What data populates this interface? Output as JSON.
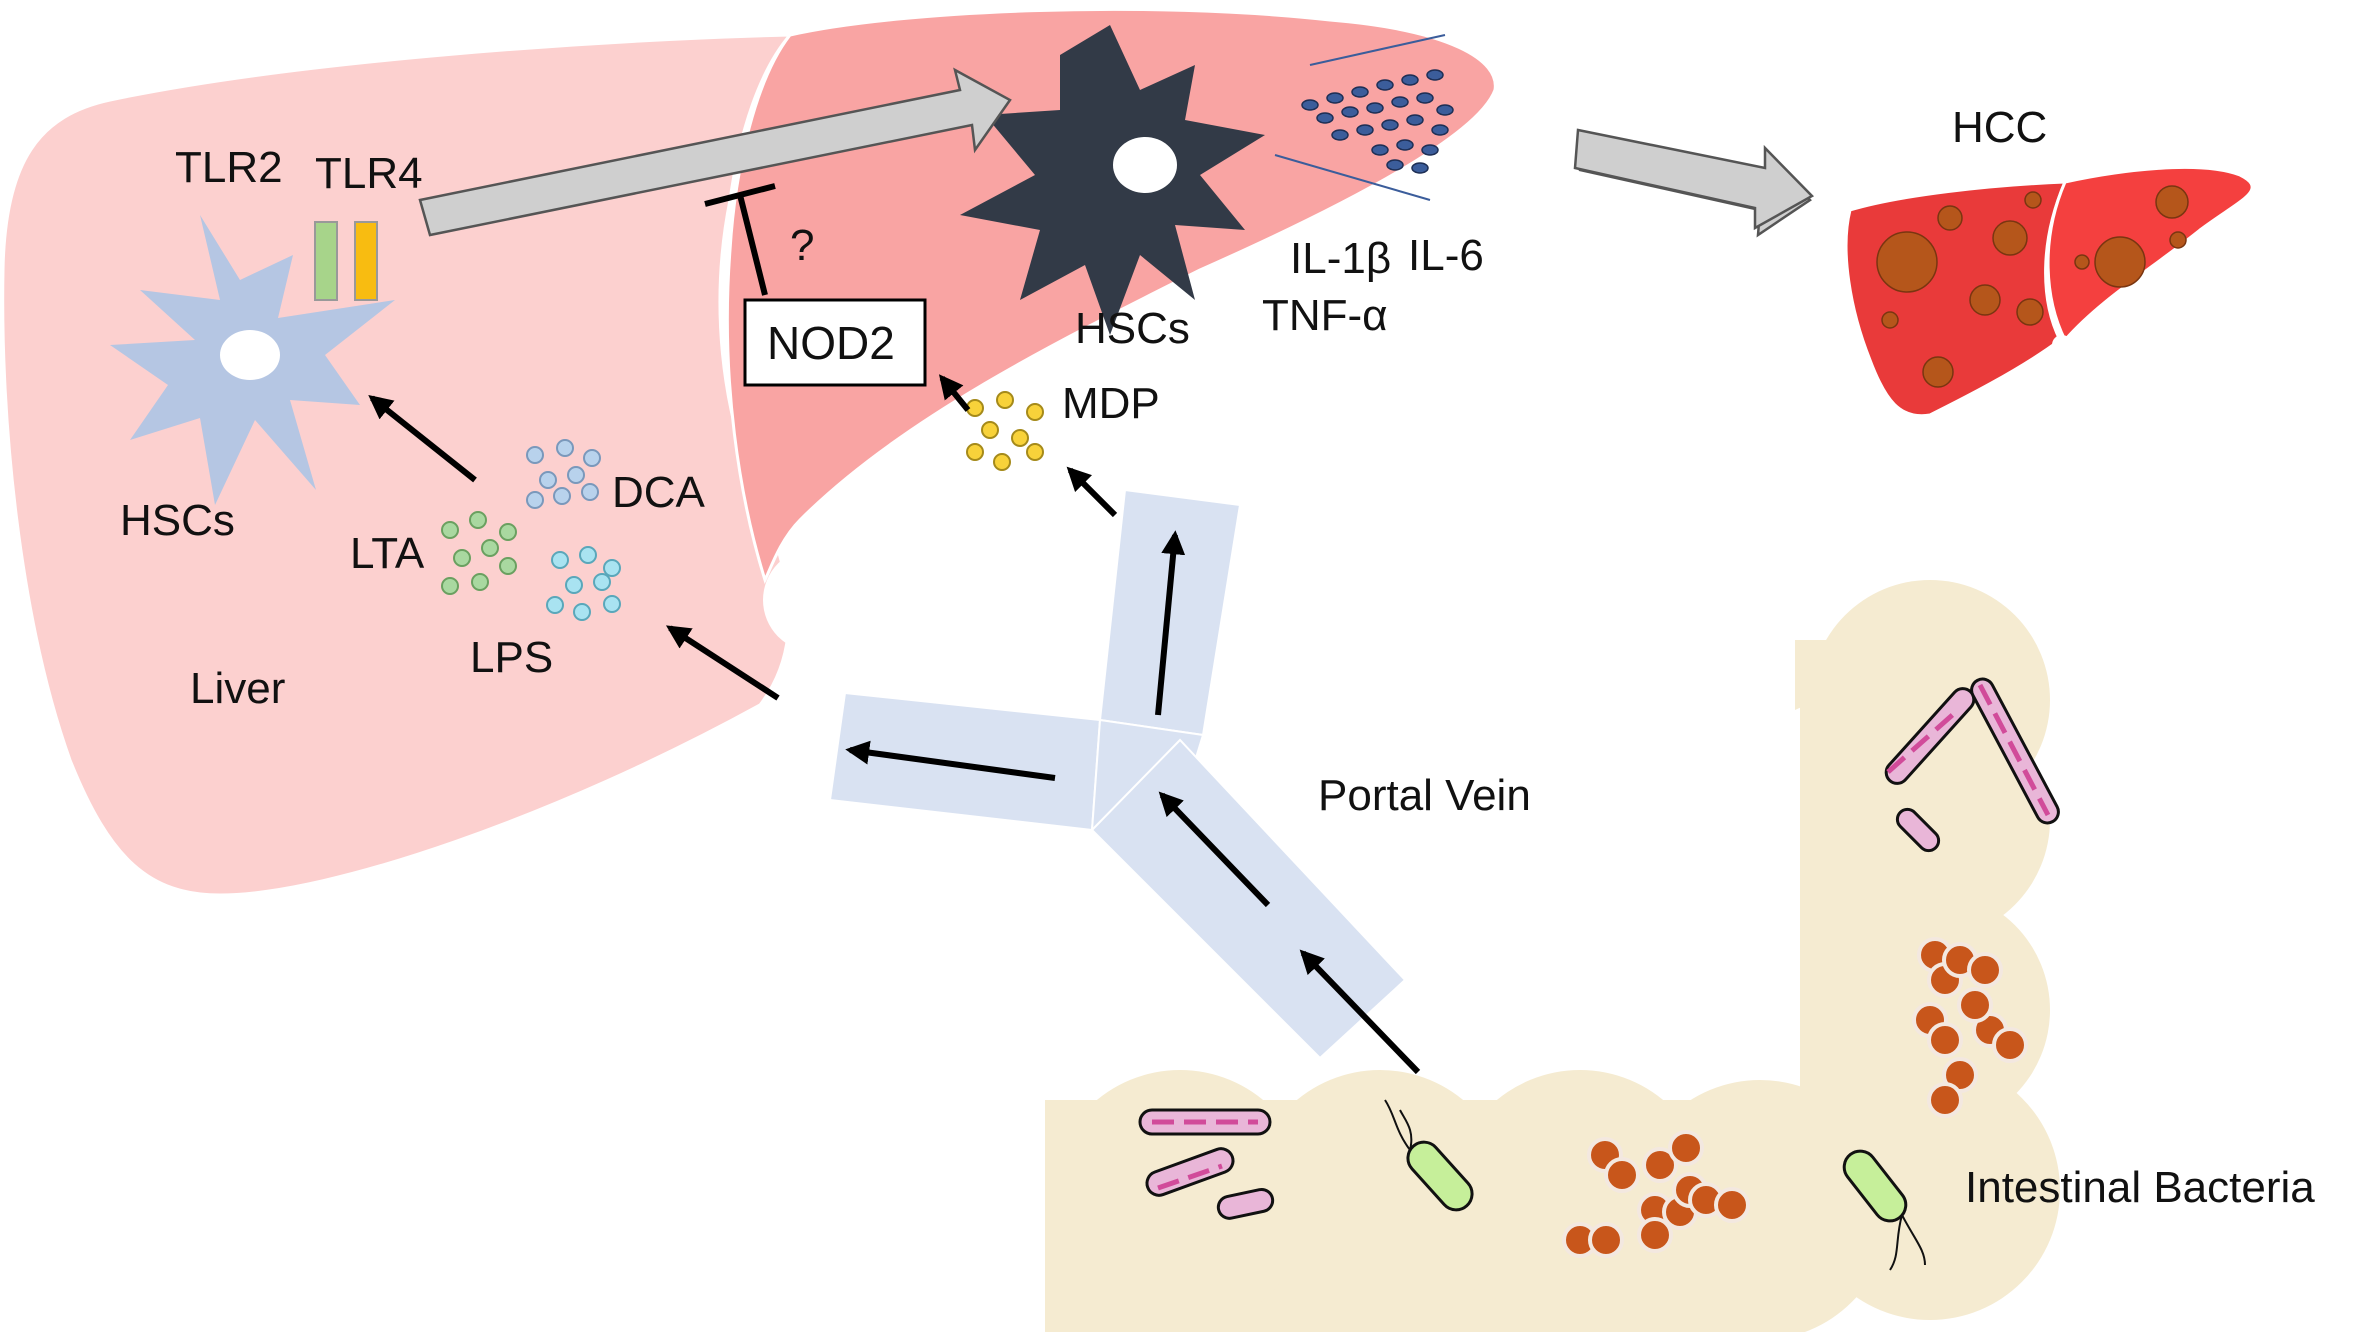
{
  "labels": {
    "tlr2": "TLR2",
    "tlr4": "TLR4",
    "hscs_left": "HSCs",
    "lta": "LTA",
    "dca": "DCA",
    "lps": "LPS",
    "liver": "Liver",
    "question": "?",
    "nod2": "NOD2",
    "mdp": "MDP",
    "hscs_right": "HSCs",
    "il1b": "IL-1β",
    "il6": "IL-6",
    "tnfa": "TNF-α",
    "hcc": "HCC",
    "portal_vein": "Portal Vein",
    "intestinal_bacteria": "Intestinal Bacteria"
  },
  "colors": {
    "liver_left_lobe": "#fcd0cf",
    "liver_right_lobe": "#f9a4a3",
    "hsc_quiescent": "#b5c6e3",
    "hsc_activated": "#323a47",
    "portal_vein": "#d9e2f2",
    "gut": "#f5ebd1",
    "hcc_liver": "#e93a3a",
    "tumor_nodule": "#b5561b",
    "tlr2_receptor": "#a7d48a",
    "tlr4_receptor": "#f8bc11",
    "lta_particles": "#a9d8a0",
    "dca_particles": "#b8d2ec",
    "lps_particles": "#a9e3f1",
    "mdp_particles": "#f8d23a",
    "cytokine_particles": "#3b5d9b",
    "bacteria_rod_pink": "#e9b6d8",
    "bacteria_rod_green": "#c6ef9a",
    "bacteria_cocci": "#c8561b"
  },
  "icons": [
    "liver-lobes",
    "quiescent-hsc-star",
    "activated-hsc-star",
    "portal-vein-y",
    "intestine",
    "hcc-liver",
    "block-arrow",
    "inhibition-bar"
  ]
}
